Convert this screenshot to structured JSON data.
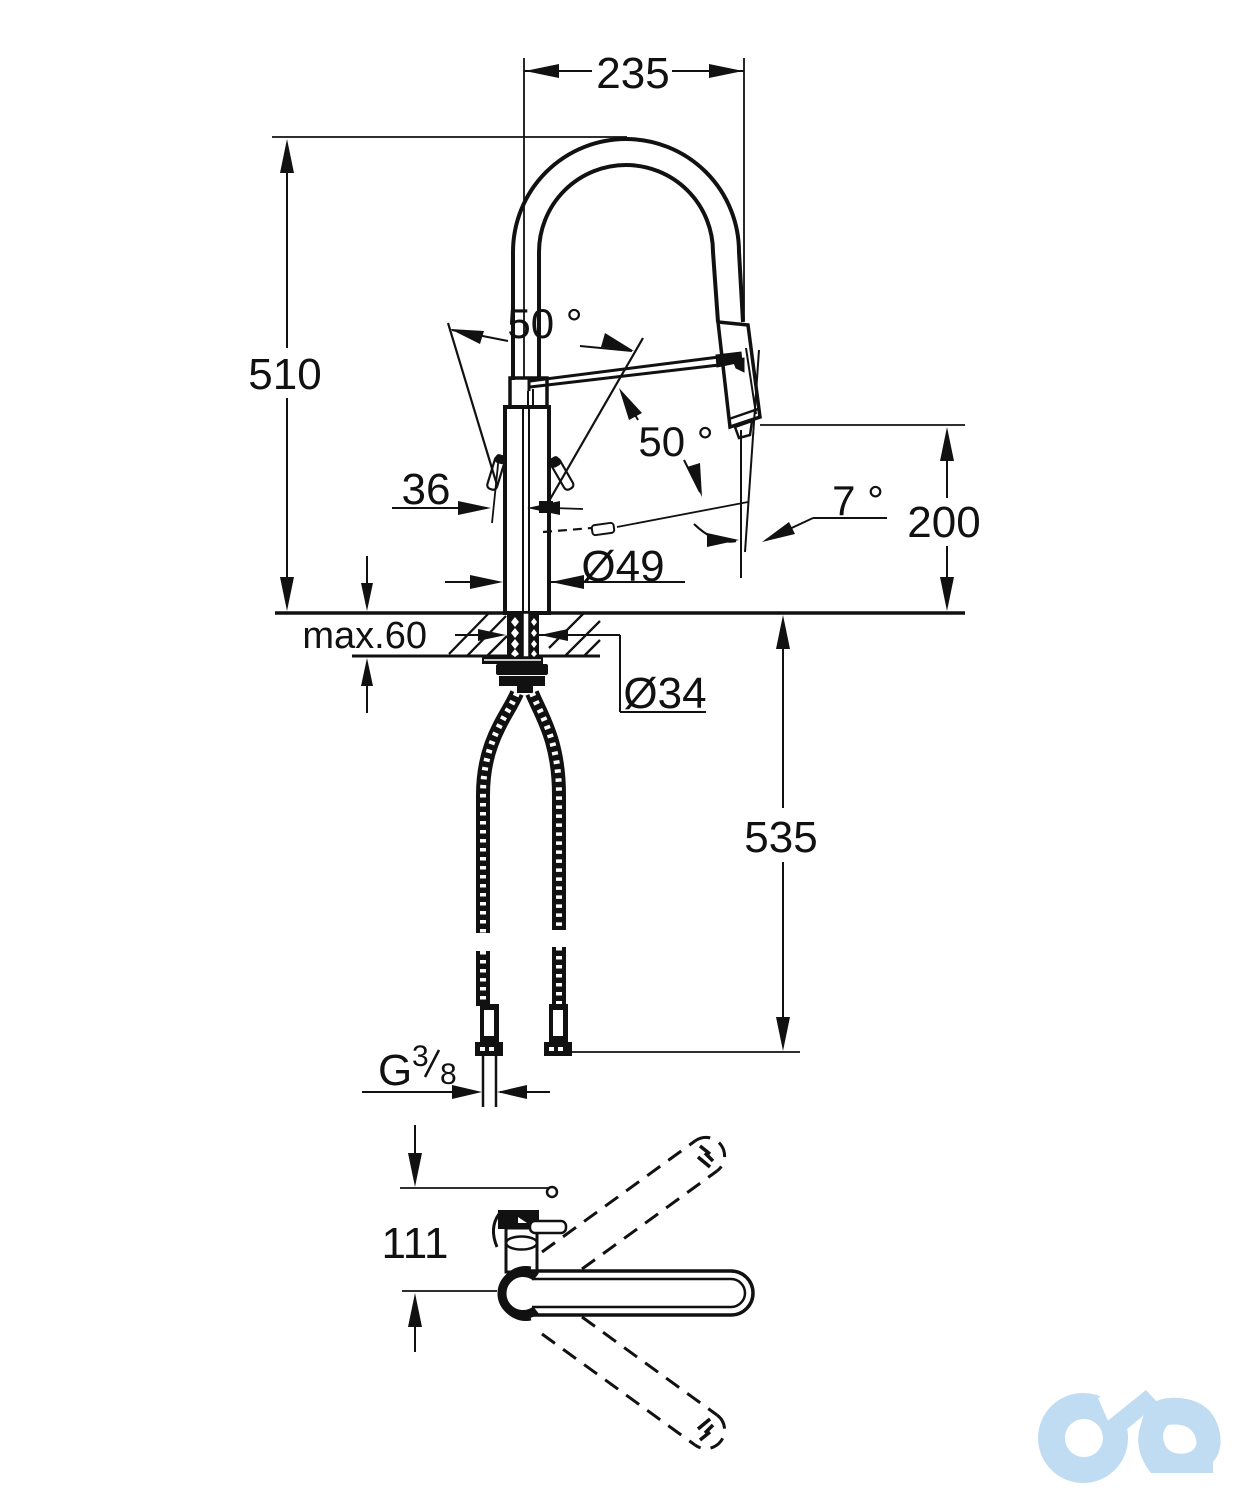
{
  "labels": {
    "spout_projection": "235",
    "total_height": "510",
    "swivel_angle_left": "50 °",
    "swivel_angle_right": "50 °",
    "handle_width": "36",
    "spray_angle": "7 °",
    "outlet_height": "200",
    "max_deck_thickness": "max.60",
    "body_diameter": "Ø49",
    "hole_diameter": "Ø34",
    "hose_length": "535",
    "thread_letter": "G",
    "thread_numerator": "3",
    "thread_denominator": "8",
    "plan_depth": "111"
  },
  "colors": {
    "line": "#111111",
    "watermark": "#BFDCF2"
  }
}
